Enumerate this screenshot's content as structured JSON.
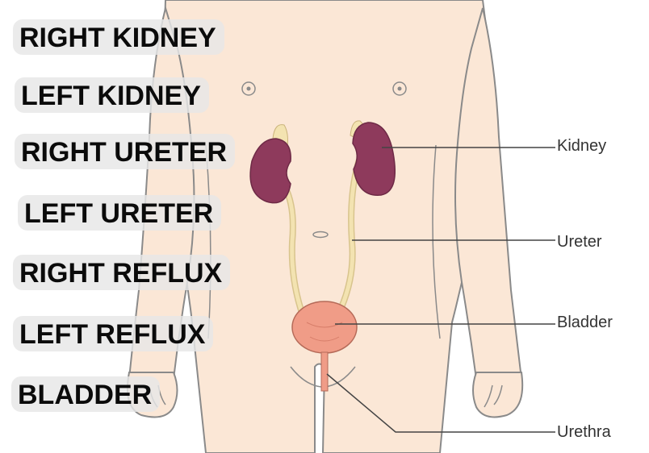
{
  "buttons": {
    "right_kidney": "RIGHT KIDNEY",
    "left_kidney": "LEFT KIDNEY",
    "right_ureter": "RIGHT URETER",
    "left_ureter": "LEFT URETER",
    "right_reflux": "RIGHT REFLUX",
    "left_reflux": "LEFT REFLUX",
    "bladder": "BLADDER"
  },
  "labels": {
    "kidney": "Kidney",
    "ureter": "Ureter",
    "bladder": "Bladder",
    "urethra": "Urethra"
  },
  "colors": {
    "skin": "#fbe7d6",
    "outline": "#8a8a8a",
    "kidney": "#8e3a5c",
    "bladder": "#f09c87",
    "ureter": "#f3e3b1"
  }
}
